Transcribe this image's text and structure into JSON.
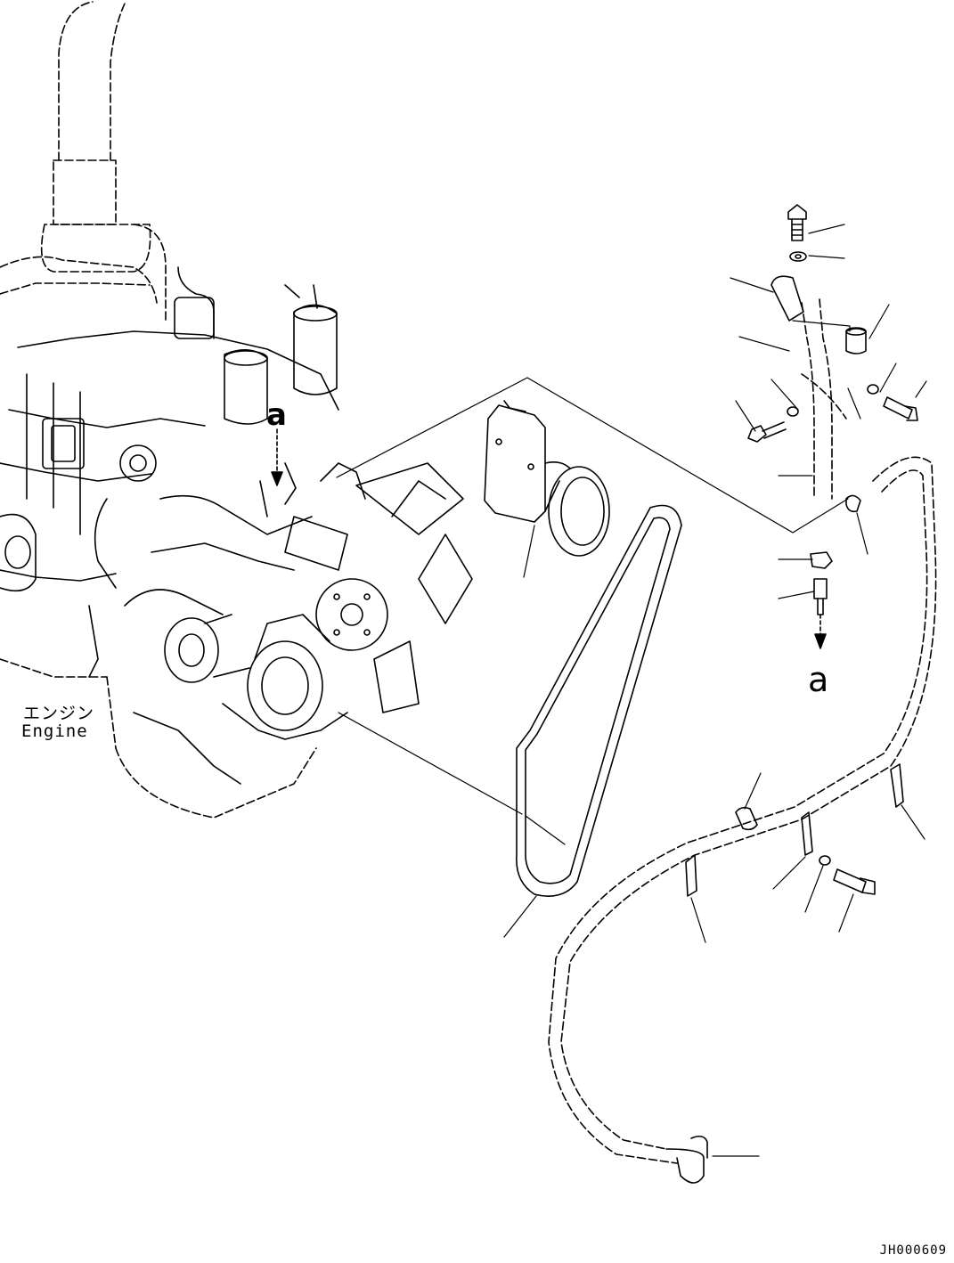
{
  "labels": {
    "engine_ja": "エンジン",
    "engine_en": "Engine",
    "connection_marker_engine": "a",
    "connection_marker_hose": "a",
    "document_code": "JH000609"
  },
  "colors": {
    "line": "#000000",
    "background": "#ffffff"
  }
}
